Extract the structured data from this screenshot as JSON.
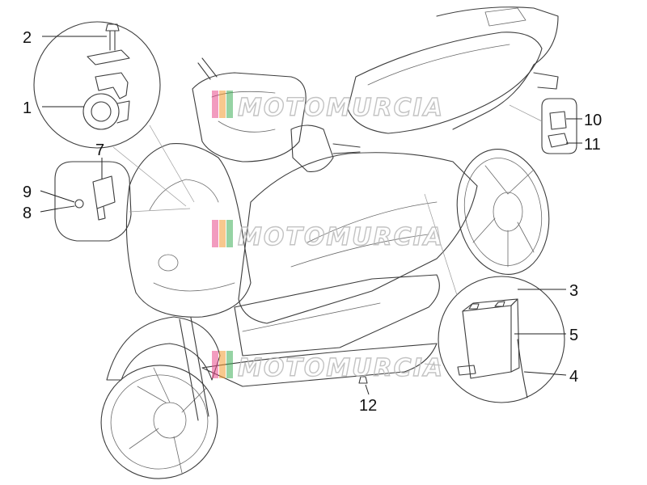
{
  "watermark": {
    "text": "MOTOMURCIA",
    "colors": [
      "#e84a8a",
      "#f39a2f",
      "#3fae5a"
    ]
  },
  "callouts": [
    {
      "id": "1",
      "label": "1"
    },
    {
      "id": "2",
      "label": "2"
    },
    {
      "id": "3",
      "label": "3"
    },
    {
      "id": "4",
      "label": "4"
    },
    {
      "id": "5",
      "label": "5"
    },
    {
      "id": "7",
      "label": "7"
    },
    {
      "id": "8",
      "label": "8"
    },
    {
      "id": "9",
      "label": "9"
    },
    {
      "id": "10",
      "label": "10"
    },
    {
      "id": "11",
      "label": "11"
    },
    {
      "id": "12",
      "label": "12"
    }
  ]
}
